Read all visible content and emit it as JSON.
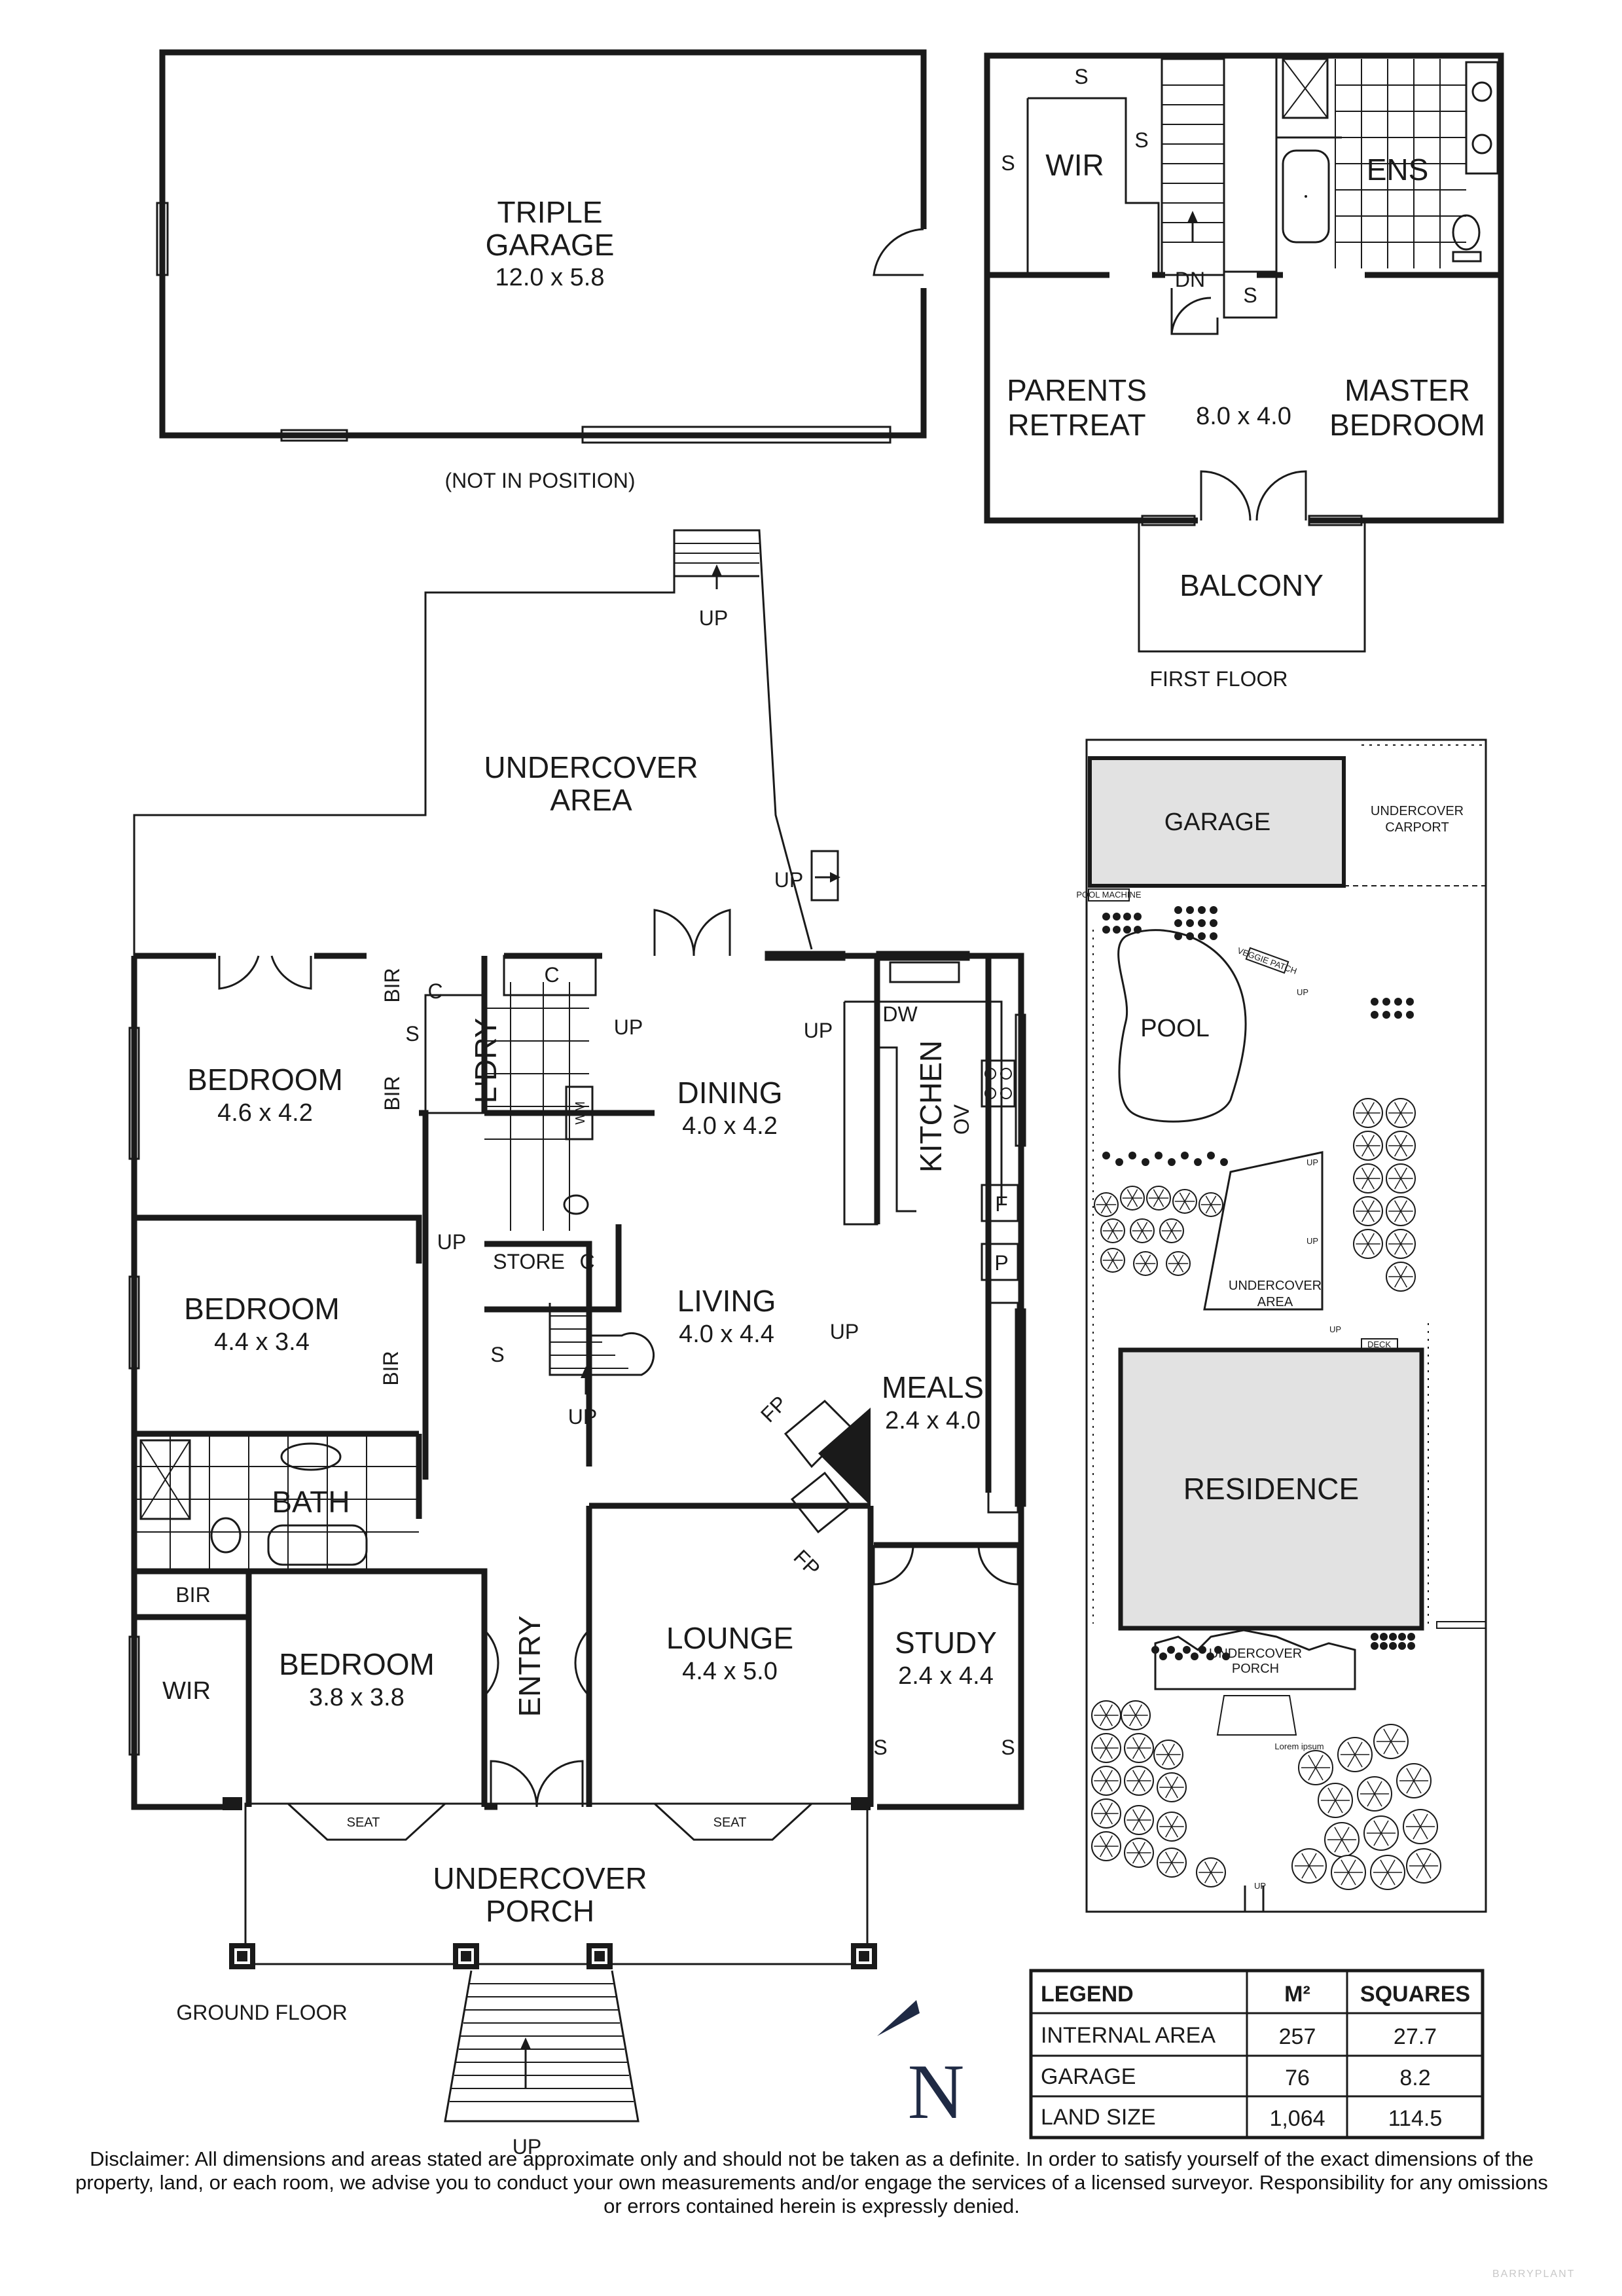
{
  "garage_plan": {
    "title_line1": "TRIPLE",
    "title_line2": "GARAGE",
    "dims": "12.0 x 5.8",
    "note": "(NOT IN POSITION)"
  },
  "first_floor": {
    "caption": "FIRST FLOOR",
    "wir": "WIR",
    "ens": "ENS",
    "shelf": "S",
    "down": "DN",
    "parents_line1": "PARENTS",
    "parents_line2": "RETREAT",
    "dims": "8.0 x 4.0",
    "master_line1": "MASTER",
    "master_line2": "BEDROOM",
    "balcony": "BALCONY"
  },
  "ground_floor": {
    "caption": "GROUND FLOOR",
    "undercover_area_line1": "UNDERCOVER",
    "undercover_area_line2": "AREA",
    "up": "UP",
    "bedroom": "BEDROOM",
    "bedroom1_dims": "4.6 x 4.2",
    "bedroom2_dims": "4.4 x 3.4",
    "bedroom3_dims": "3.8 x 3.8",
    "bir": "BIR",
    "wir": "WIR",
    "c": "C",
    "s": "S",
    "laundry": "L'DRY",
    "wm": "WM",
    "store": "STORE",
    "dining": "DINING",
    "dining_dims": "4.0 x 4.2",
    "living": "LIVING",
    "living_dims": "4.0 x 4.4",
    "kitchen": "KITCHEN",
    "dw": "DW",
    "ov": "OV",
    "f": "F",
    "p": "P",
    "meals": "MEALS",
    "meals_dims": "2.4 x 4.0",
    "fp": "FP",
    "bath": "BATH",
    "entry": "ENTRY",
    "lounge": "LOUNGE",
    "lounge_dims": "4.4 x 5.0",
    "study": "STUDY",
    "study_dims": "2.4 x 4.4",
    "seat": "SEAT",
    "porch_line1": "UNDERCOVER",
    "porch_line2": "PORCH"
  },
  "site_plan": {
    "garage": "GARAGE",
    "carport_line1": "UNDERCOVER",
    "carport_line2": "CARPORT",
    "pool": "POOL",
    "pool_machine": "POOL MACHINE",
    "veggie": "VEGGIE PATCH",
    "up": "UP",
    "undercover_area_line1": "UNDERCOVER",
    "undercover_area_line2": "AREA",
    "deck": "DECK",
    "residence": "RESIDENCE",
    "porch_line1": "UNDERCOVER",
    "porch_line2": "PORCH",
    "lorem": "Lorem ipsum"
  },
  "legend": {
    "header": [
      "LEGEND",
      "M²",
      "SQUARES"
    ],
    "rows": [
      {
        "label": "INTERNAL AREA",
        "m2": "257",
        "squares": "27.7"
      },
      {
        "label": "GARAGE",
        "m2": "76",
        "squares": "8.2"
      },
      {
        "label": "LAND SIZE",
        "m2": "1,064",
        "squares": "114.5"
      }
    ]
  },
  "compass": {
    "letter": "N",
    "color": "#1f2a44"
  },
  "disclaimer": "Disclaimer: All dimensions and areas stated are approximate only and should not be taken as a definite. In order to satisfy yourself of the exact dimensions of the property, land, or each room, we advise you to conduct your own measurements and/or engage the services of a licensed surveyor. Responsibility for any omissions or errors contained herein is expressly denied.",
  "watermark": "BARRYPLANT"
}
